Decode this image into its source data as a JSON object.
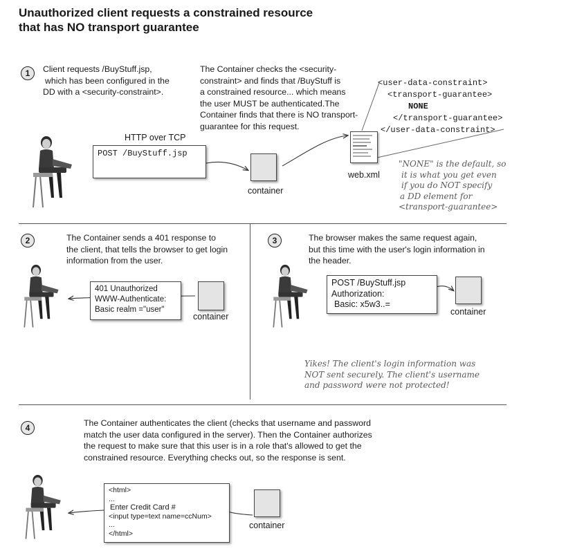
{
  "title": {
    "line1": "Unauthorized client requests a constrained resource",
    "line2": "that has NO transport guarantee"
  },
  "step1": {
    "number": "1",
    "desc": [
      "Client requests /BuyStuff.jsp,",
      "which has been configured in the",
      "DD with a <security-constraint>."
    ],
    "container_desc": [
      "The Container checks the <security-",
      "constraint> and finds that /BuyStuff is",
      "a constrained resource... which means",
      "the user MUST be authenticated.The",
      "Container finds that there is NO transport-",
      "guarantee for this request."
    ],
    "protocol_label": "HTTP over TCP",
    "request_box": "POST /BuyStuff.jsp",
    "container_label": "container",
    "file_label": "web.xml",
    "xml": [
      "<user-data-constraint>",
      "<transport-guarantee>",
      "NONE",
      "</transport-guarantee>",
      "</user-data-constraint>"
    ],
    "note": [
      "\"NONE\" is the default, so",
      "it is what you get even",
      "if you do NOT specify",
      "a DD element for",
      "<transport-guarantee>"
    ]
  },
  "step2": {
    "number": "2",
    "desc": [
      "The Container sends a 401 response to",
      "the client, that tells the browser to get login",
      "information from the user."
    ],
    "response_box": [
      "401 Unauthorized",
      "WWW-Authenticate:",
      "Basic realm =\"user\""
    ],
    "container_label": "container"
  },
  "step3": {
    "number": "3",
    "desc": [
      "The browser makes the same request again,",
      "but this time with the user's login information in",
      "the header."
    ],
    "request_box": [
      "POST /BuyStuff.jsp",
      "Authorization:",
      "Basic: x5w3..="
    ],
    "container_label": "container",
    "note": [
      "Yikes! The client's login information was",
      "NOT sent securely. The client's username",
      "and password were not protected!"
    ]
  },
  "step4": {
    "number": "4",
    "desc": [
      "The Container authenticates the client (checks that username and password",
      "match the user data configured in the server). Then the Container authorizes",
      "the request to make sure that this user is in a role that's allowed to get the",
      "constrained resource. Everything checks out, so the response is sent."
    ],
    "response_box": [
      "<html>",
      "...",
      "Enter Credit Card #",
      "<input type=text name=ccNum>",
      "...",
      "</html>"
    ],
    "container_label": "container"
  }
}
